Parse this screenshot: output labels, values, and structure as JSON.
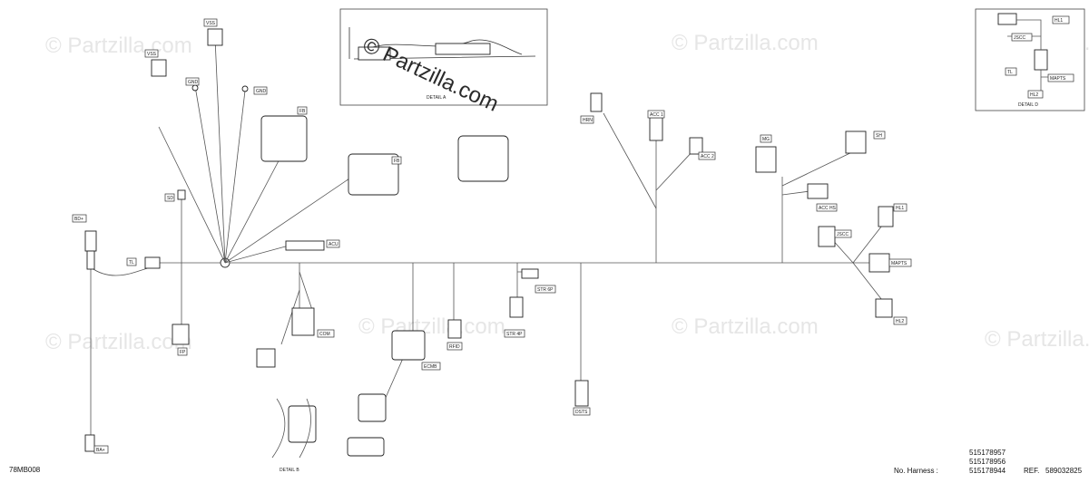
{
  "watermark": "© Partzilla.com",
  "figure_code": "78MB008",
  "footer": {
    "harness_label": "No. Harness :",
    "harness_numbers": [
      "515178957",
      "515178956",
      "515178944"
    ],
    "ref_label": "REF.",
    "ref_number": "589032825"
  },
  "details": {
    "a": "DETAIL A",
    "b": "DETAIL B",
    "d": "DETAIL D"
  },
  "tags": {
    "bd": "BD+",
    "ba": "BA+",
    "tl": "TL",
    "sd": "SD",
    "fp": "FP",
    "vss": "VSS",
    "vss2": "VSS",
    "gnd": "GND",
    "gnd2": "GND",
    "fb": "FB",
    "fb2": "FB",
    "acu": "ACU",
    "com": "COM",
    "ecmb": "ECMB",
    "rfid": "RFID",
    "str6p": "STR 6P",
    "str4p": "STR 4P",
    "dsts": "DSTS",
    "hrn": "HRN",
    "acc1": "ACC 1",
    "acc2": "ACC 2",
    "mg": "MG",
    "sh": "SH",
    "acchs": "ACC HS",
    "hl1": "HL1",
    "jscc": "JSCC",
    "mapts": "MAPTS",
    "hl2": "HL2",
    "d_hl1": "HL1",
    "d_jscc": "JSCC",
    "d_tl": "TL",
    "d_mapts": "MAPTS",
    "d_hl2": "HL2"
  }
}
